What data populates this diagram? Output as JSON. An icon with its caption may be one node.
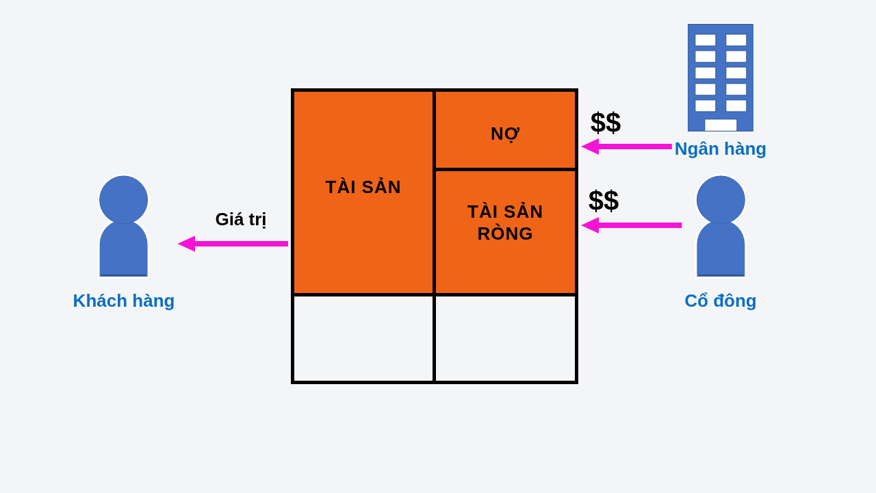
{
  "diagram": {
    "nodes": [
      {
        "text": [
          "Khách hàng"
        ]
      },
      {
        "text": [
          "TÀI SẢN"
        ]
      },
      {
        "text": [
          "NỢ"
        ]
      },
      {
        "text": [
          "TÀI SẢN RÒNG"
        ]
      },
      {
        "text": [],
        "shape": "box"
      },
      {
        "text": [],
        "shape": "box"
      },
      {
        "text": [
          "Ngân hàng"
        ]
      },
      {
        "text": [
          "Cổ đông"
        ]
      }
    ],
    "edges": [
      {
        "from": 1,
        "to": 0,
        "arrow": "to",
        "label": "Giá trị"
      },
      {
        "from": 6,
        "to": 2,
        "arrow": "to",
        "label": "$$"
      },
      {
        "from": 7,
        "to": 3,
        "arrow": "to",
        "label": "$$"
      }
    ]
  }
}
